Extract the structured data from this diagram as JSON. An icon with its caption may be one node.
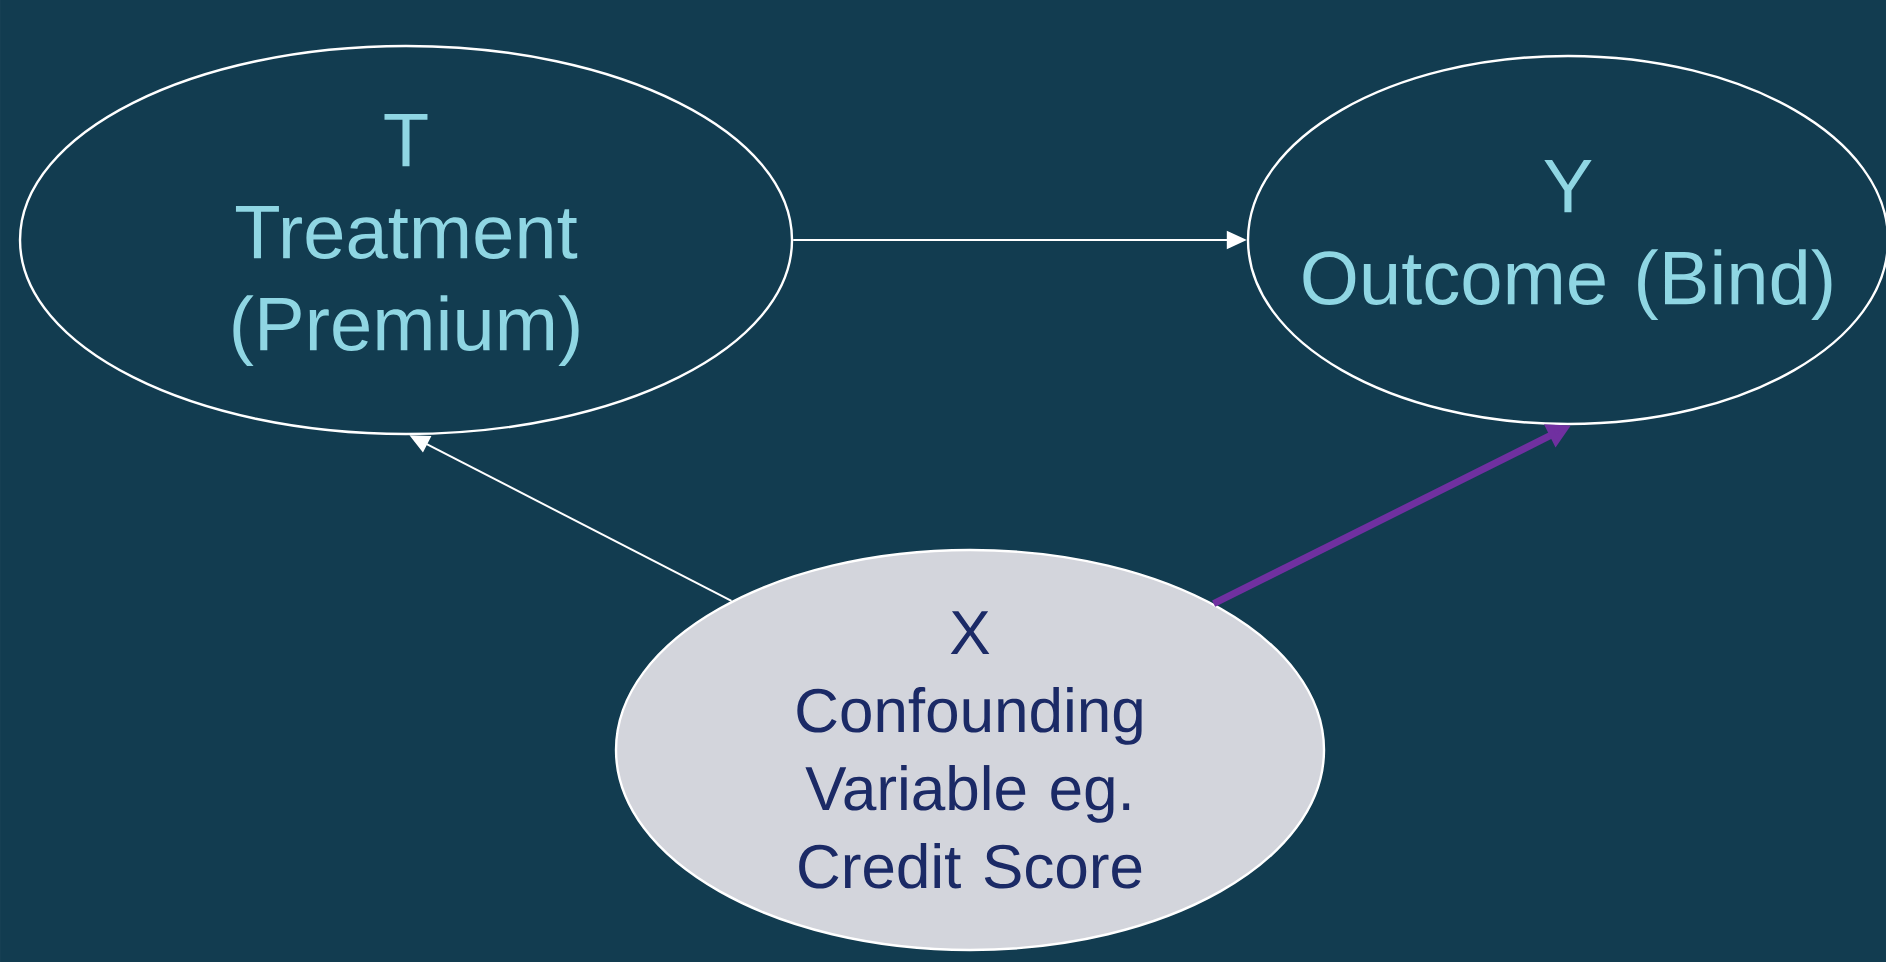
{
  "diagram": {
    "nodes": [
      {
        "text": [
          "T",
          "Treatment (Premium)"
        ]
      },
      {
        "text": [
          "Y",
          "Outcome (Bind)"
        ]
      },
      {
        "text": [
          "X",
          "Confounding Variable eg. Credit Score"
        ]
      }
    ],
    "edges": [
      {
        "from": 0,
        "to": 1,
        "arrow": "to"
      },
      {
        "from": 2,
        "to": 0,
        "arrow": "to"
      },
      {
        "from": 2,
        "to": 1,
        "arrow": "to",
        "style": "thick",
        "color": "#7030a0"
      }
    ]
  }
}
